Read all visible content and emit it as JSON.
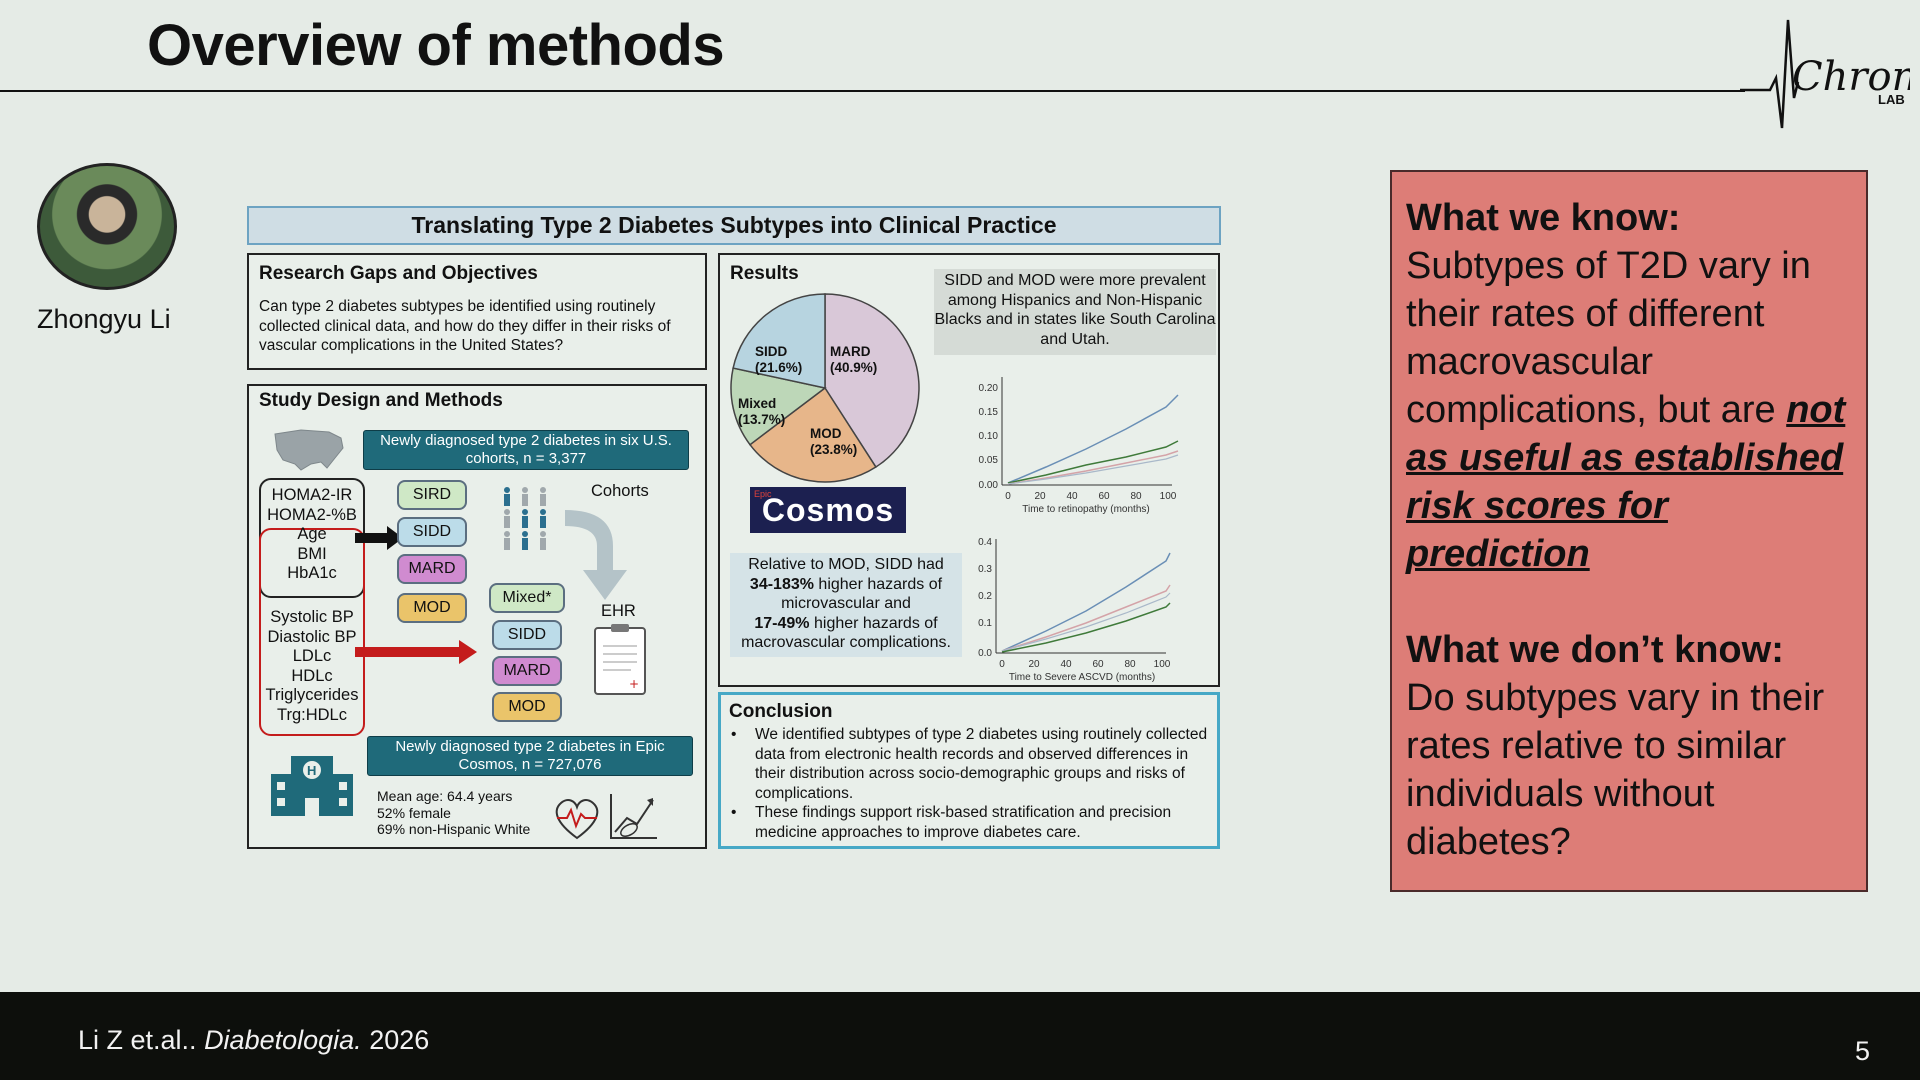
{
  "header": {
    "title": "Overview of methods",
    "logo_text": "Chroniq",
    "logo_sub": "LAB"
  },
  "presenter": {
    "name": "Zhongyu Li"
  },
  "abstract": {
    "banner": "Translating Type 2 Diabetes Subtypes into Clinical Practice",
    "gaps": {
      "heading": "Research Gaps and Objectives",
      "text": "Can type 2 diabetes subtypes be identified using routinely collected clinical data, and how do they differ in their risks of vascular complications in the United States?"
    },
    "design": {
      "heading": "Study Design and Methods",
      "cohort_box": "Newly diagnosed type 2 diabetes in six U.S. cohorts, n = 3,377",
      "vars_top": [
        "HOMA2-IR",
        "HOMA2-%B",
        "Age",
        "BMI",
        "HbA1c"
      ],
      "vars_bottom": [
        "Systolic BP",
        "Diastolic BP",
        "LDLc",
        "HDLc",
        "Triglycerides",
        "Trg:HDLc"
      ],
      "subtypes_left": [
        "SIRD",
        "SIDD",
        "MARD",
        "MOD"
      ],
      "subtypes_right": [
        "Mixed*",
        "SIDD",
        "MARD",
        "MOD"
      ],
      "cohorts_label": "Cohorts",
      "ehr_label": "EHR",
      "epic_box": "Newly diagnosed type 2 diabetes in Epic Cosmos, n = 727,076",
      "demographics": [
        "Mean age: 64.4 years",
        "52% female",
        "69% non-Hispanic White"
      ]
    },
    "results": {
      "heading": "Results",
      "pie": [
        {
          "label": "SIDD",
          "pct": "(21.6%)",
          "value": 21.6,
          "color": "#b7d4e0"
        },
        {
          "label": "MARD",
          "pct": "(40.9%)",
          "value": 40.9,
          "color": "#d9c8d8"
        },
        {
          "label": "MOD",
          "pct": "(23.8%)",
          "value": 23.8,
          "color": "#e7b68a"
        },
        {
          "label": "Mixed",
          "pct": "(13.7%)",
          "value": 13.7,
          "color": "#bdd7b8"
        }
      ],
      "note_top": "SIDD and MOD were more prevalent among Hispanics and Non-Hispanic Blacks and in states like South Carolina and Utah.",
      "cosmos_label": "Cosmos",
      "cosmos_epic": "Epic",
      "note_bottom_prefix": "Relative to MOD, SIDD had",
      "note_bottom_b1": "34-183%",
      "note_bottom_m1": "higher hazards of microvascular and",
      "note_bottom_b2": "17-49%",
      "note_bottom_m2": "higher hazards of macrovascular complications.",
      "chart1": {
        "xlabel": "Time to retinopathy (months)",
        "yticks": [
          "0.20",
          "0.15",
          "0.10",
          "0.05",
          "0.00"
        ],
        "xticks": [
          "0",
          "20",
          "40",
          "60",
          "80",
          "100"
        ]
      },
      "chart2": {
        "xlabel": "Time to Severe ASCVD (months)",
        "yticks": [
          "0.4",
          "0.3",
          "0.2",
          "0.1",
          "0.0"
        ],
        "xticks": [
          "0",
          "20",
          "40",
          "60",
          "80",
          "100"
        ]
      }
    },
    "conclusion": {
      "heading": "Conclusion",
      "bullets": [
        "We identified subtypes of type 2 diabetes using routinely collected data from electronic health records and observed differences in their distribution across socio-demographic groups and risks of complications.",
        "These findings support risk-based stratification and precision medicine approaches to improve diabetes care."
      ]
    }
  },
  "panel": {
    "know_heading": "What we know:",
    "know_text": "Subtypes of T2D vary in their rates of different macrovascular complications, but are",
    "know_emph": "not as useful as established risk scores for prediction",
    "dontknow_heading": "What we don’t know:",
    "dontknow_text": "Do subtypes vary in their rates relative to similar individuals without diabetes?",
    "bg_color": "#dd7d77"
  },
  "footer": {
    "cite_prefix": "Li Z et.al..",
    "journal": "Diabetologia.",
    "year": "2026",
    "page": "5"
  }
}
